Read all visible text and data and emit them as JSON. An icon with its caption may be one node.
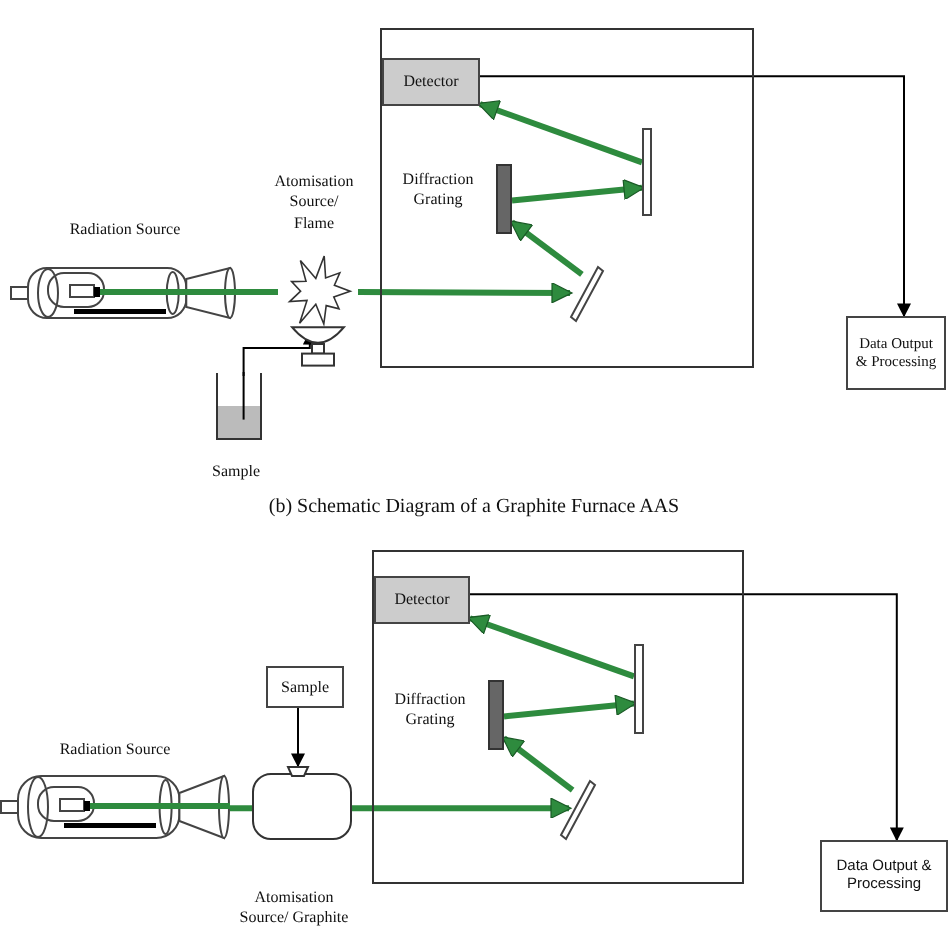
{
  "diagram": {
    "nodes": [
      {
        "text": [],
        "shape": "box"
      },
      {
        "text": [
          "Detector"
        ],
        "in": 0
      },
      {
        "text": [],
        "shape": "bar",
        "in": 0,
        "beside": [
          "Diffraction Grating"
        ]
      },
      {
        "text": [],
        "shape": "bar",
        "in": 0
      },
      {
        "text": [],
        "shape": "bar",
        "in": 0
      },
      {
        "text": [],
        "shape": "picture",
        "beside": [
          "Radiation Source"
        ]
      },
      {
        "text": [],
        "shape": "picture",
        "beside": [
          "Atomisation Source/ Flame"
        ]
      },
      {
        "text": [],
        "shape": "picture",
        "beside": [
          "Sample"
        ]
      },
      {
        "text": [
          "Data Output & Processing"
        ]
      },
      {
        "text": [],
        "shape": "box"
      },
      {
        "text": [
          "Detector"
        ],
        "in": 9
      },
      {
        "text": [],
        "shape": "bar",
        "in": 9,
        "beside": [
          "Diffraction Grating"
        ]
      },
      {
        "text": [],
        "shape": "bar",
        "in": 9
      },
      {
        "text": [],
        "shape": "bar",
        "in": 9
      },
      {
        "text": [],
        "shape": "picture",
        "beside": [
          "Radiation Source"
        ]
      },
      {
        "text": [
          "Sample"
        ]
      },
      {
        "text": [],
        "shape": "cylinder",
        "beside": [
          "Atomisation Source/ Graphite"
        ]
      },
      {
        "text": [
          "Data Output & Processing"
        ]
      }
    ],
    "edges": [
      {
        "from": 5,
        "to": 6,
        "arrow": "none"
      },
      {
        "from": 6,
        "to": 4,
        "arrow": "to"
      },
      {
        "from": 4,
        "to": 2,
        "arrow": "to"
      },
      {
        "from": 2,
        "to": 3,
        "arrow": "to"
      },
      {
        "from": 3,
        "to": 1,
        "arrow": "to"
      },
      {
        "from": 1,
        "to": 8,
        "arrow": "to",
        "color": "#000000"
      },
      {
        "from": 7,
        "to": 6,
        "arrow": "to",
        "color": "#000000"
      },
      {
        "from": 14,
        "to": 16,
        "arrow": "none"
      },
      {
        "from": 16,
        "to": 13,
        "arrow": "to"
      },
      {
        "from": 13,
        "to": 11,
        "arrow": "to"
      },
      {
        "from": 11,
        "to": 12,
        "arrow": "to"
      },
      {
        "from": 12,
        "to": 10,
        "arrow": "to"
      },
      {
        "from": 10,
        "to": 17,
        "arrow": "to",
        "color": "#000000"
      },
      {
        "from": 15,
        "to": 16,
        "arrow": "to",
        "color": "#000000"
      }
    ],
    "labels": [
      "(b) Schematic Diagram of a Graphite Furnace AAS"
    ]
  }
}
